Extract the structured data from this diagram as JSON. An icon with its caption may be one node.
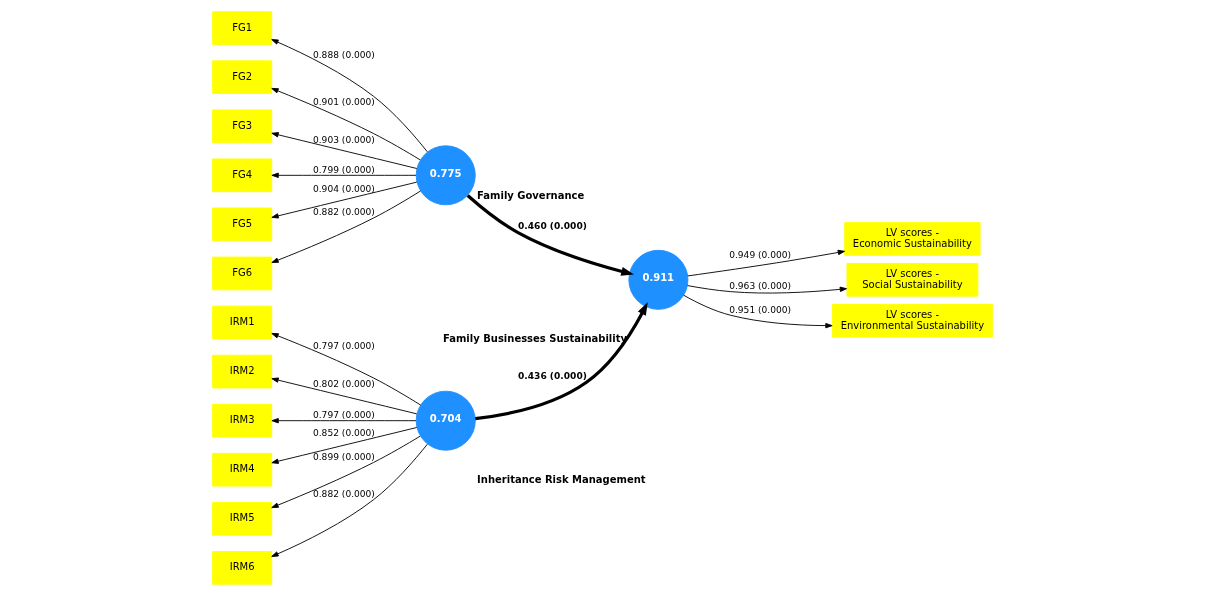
{
  "diagram": {
    "nodes": [
      {
        "text": [
          "FG1"
        ]
      },
      {
        "text": [
          "FG2"
        ]
      },
      {
        "text": [
          "FG3"
        ]
      },
      {
        "text": [
          "FG4"
        ]
      },
      {
        "text": [
          "FG5"
        ]
      },
      {
        "text": [
          "FG6"
        ]
      },
      {
        "text": [
          "0.775"
        ],
        "beside": [
          "Family Governance"
        ]
      },
      {
        "text": [
          "IRM1"
        ]
      },
      {
        "text": [
          "IRM2"
        ]
      },
      {
        "text": [
          "IRM3"
        ]
      },
      {
        "text": [
          "IRM4"
        ]
      },
      {
        "text": [
          "IRM5"
        ]
      },
      {
        "text": [
          "IRM6"
        ]
      },
      {
        "text": [
          "0.704"
        ],
        "beside": [
          "Inheritance Risk Management"
        ]
      },
      {
        "text": [
          "0.911"
        ],
        "beside": [
          "Family Businesses Sustainability"
        ]
      },
      {
        "text": [
          "LV scores - Economic Sustainability"
        ]
      },
      {
        "text": [
          "LV scores - Social Sustainability"
        ]
      },
      {
        "text": [
          "LV scores - Environmental Sustainability"
        ]
      }
    ],
    "edges": [
      {
        "from": 6,
        "to": 0,
        "arrow": "to",
        "label": "0.888 (0.000)"
      },
      {
        "from": 6,
        "to": 1,
        "arrow": "to",
        "label": "0.901 (0.000)"
      },
      {
        "from": 6,
        "to": 2,
        "arrow": "to",
        "label": "0.903 (0.000)"
      },
      {
        "from": 6,
        "to": 3,
        "arrow": "to",
        "label": "0.799 (0.000)"
      },
      {
        "from": 6,
        "to": 4,
        "arrow": "to",
        "label": "0.904 (0.000)"
      },
      {
        "from": 6,
        "to": 5,
        "arrow": "to",
        "label": "0.882 (0.000)"
      },
      {
        "from": 13,
        "to": 7,
        "arrow": "to",
        "label": "0.797 (0.000)"
      },
      {
        "from": 13,
        "to": 8,
        "arrow": "to",
        "label": "0.802 (0.000)"
      },
      {
        "from": 13,
        "to": 9,
        "arrow": "to",
        "label": "0.797 (0.000)"
      },
      {
        "from": 13,
        "to": 10,
        "arrow": "to",
        "label": "0.852 (0.000)"
      },
      {
        "from": 13,
        "to": 11,
        "arrow": "to",
        "label": "0.899 (0.000)"
      },
      {
        "from": 13,
        "to": 12,
        "arrow": "to",
        "label": "0.882 (0.000)"
      },
      {
        "from": 6,
        "to": 14,
        "arrow": "to",
        "label": "0.460 (0.000)",
        "style": "thick"
      },
      {
        "from": 13,
        "to": 14,
        "arrow": "to",
        "label": "0.436 (0.000)",
        "style": "thick"
      },
      {
        "from": 14,
        "to": 15,
        "arrow": "to",
        "label": "0.949 (0.000)"
      },
      {
        "from": 14,
        "to": 16,
        "arrow": "to",
        "label": "0.963 (0.000)"
      },
      {
        "from": 14,
        "to": 17,
        "arrow": "to",
        "label": "0.951 (0.000)"
      }
    ]
  }
}
